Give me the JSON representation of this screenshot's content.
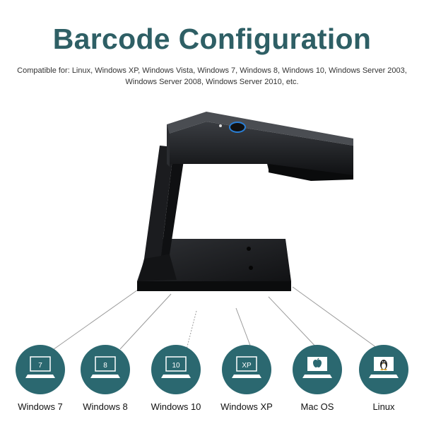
{
  "title": "Barcode Configuration",
  "compatible_line1": "Compatible for:  Linux, Windows XP, Windows Vista, Windows 7, Windows 8, Windows 10, Windows Server 2003,",
  "compatible_line2": "Windows Server 2008, Windows Server 2010, etc.",
  "colors": {
    "accent": "#2e5f65",
    "circle": "#2b6870"
  },
  "systems": [
    {
      "label": "Windows 7",
      "screen": "7",
      "icon": "laptop-icon"
    },
    {
      "label": "Windows 8",
      "screen": "8",
      "icon": "laptop-icon"
    },
    {
      "label": "Windows 10",
      "screen": "10",
      "icon": "laptop-icon"
    },
    {
      "label": "Windows XP",
      "screen": "XP",
      "icon": "laptop-icon"
    },
    {
      "label": "Mac OS",
      "screen": "",
      "icon": "apple-icon"
    },
    {
      "label": "Linux",
      "screen": "",
      "icon": "penguin-icon"
    }
  ]
}
